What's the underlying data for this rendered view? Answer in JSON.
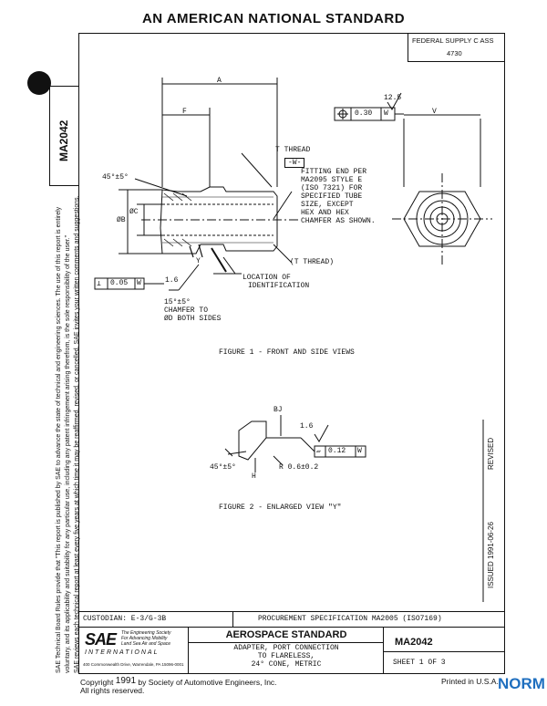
{
  "header": {
    "title": "AN AMERICAN NATIONAL STANDARD"
  },
  "side": {
    "doc_id": "MA2042",
    "disclaimer_lines": [
      "SAE Technical Board Rules provide that \"This report is published by SAE to advance the state of technical and engineering sciences. The use of this report is entirely",
      "voluntary, and its applicability and suitability for any particular use, including any patent infringement arising therefrom, is the sole responsibility of the user.\"",
      "SAE reviews each technical report at least every five years at which time it may be reaffirmed, revised, or cancelled. SAE invites your written comments and suggestions."
    ]
  },
  "fed": {
    "label": "FEDERAL SUPPLY C ASS",
    "value": "4730"
  },
  "fig1": {
    "dim_A": "A",
    "dim_F": "F",
    "dim_V": "V",
    "angle": "45°±5°",
    "dim_B": "ØB",
    "dim_C": "ØC",
    "thread_note": "T THREAD",
    "thread_box": "-W-",
    "fitting_note": [
      "FITTING END PER",
      "MA2095 STYLE E",
      "(ISO 7321) FOR",
      "SPECIFIED TUBE",
      "SIZE, EXCEPT",
      "HEX AND HEX",
      "CHAMFER AS SHOWN."
    ],
    "t_thread": "(T THREAD)",
    "y_label": "Y",
    "loc_note": [
      "LOCATION OF",
      "IDENTIFICATION"
    ],
    "perp_tol": "0.05",
    "perp_datum": "W",
    "finish": "1.6",
    "chamfer_note": [
      "15°±5°",
      "CHAMFER TO",
      "ØD BOTH SIDES"
    ],
    "pos_tol": "0.30",
    "pos_datum": "W",
    "finish_side": "12.5",
    "caption": "FIGURE 1 - FRONT AND SIDE VIEWS"
  },
  "fig2": {
    "dim_BJ": "BJ",
    "finish": "1.6",
    "flat_tol": "0.12",
    "flat_datum": "W",
    "angle": "45°±5°",
    "dim_H": "H",
    "radius": "R  0.6±0.2",
    "caption": "FIGURE 2 - ENLARGED VIEW \"Y\""
  },
  "rev": {
    "revised": "REVISED",
    "issued": "ISSUED 1991-06-26"
  },
  "titleblock": {
    "custodian": "CUSTODIAN:  E-3/G-3B",
    "procurement": "PROCUREMENT SPECIFICATION MA2005 (ISO7169)",
    "sae_tag": [
      "The Engineering Society",
      "For Advancing Mobility",
      "Land Sea Air and Space"
    ],
    "sae_intl": "INTERNATIONAL",
    "sae_address": "400 Commonwealth Drive, Warrendale, PA 15096-0001",
    "std_title": "AEROSPACE STANDARD",
    "desc": [
      "ADAPTER, PORT CONNECTION",
      "TO FLARELESS,",
      "24° CONE, METRIC"
    ],
    "doc": "MA2042",
    "sheet": "SHEET 1 OF 3"
  },
  "footer": {
    "copyright_a": "Copyright",
    "year": "1991",
    "copyright_b": "by Society of Automotive Engineers, Inc.",
    "rights": "All rights reserved.",
    "printed": "Printed in U.S.A."
  },
  "watermark": {
    "text": "NORM"
  }
}
